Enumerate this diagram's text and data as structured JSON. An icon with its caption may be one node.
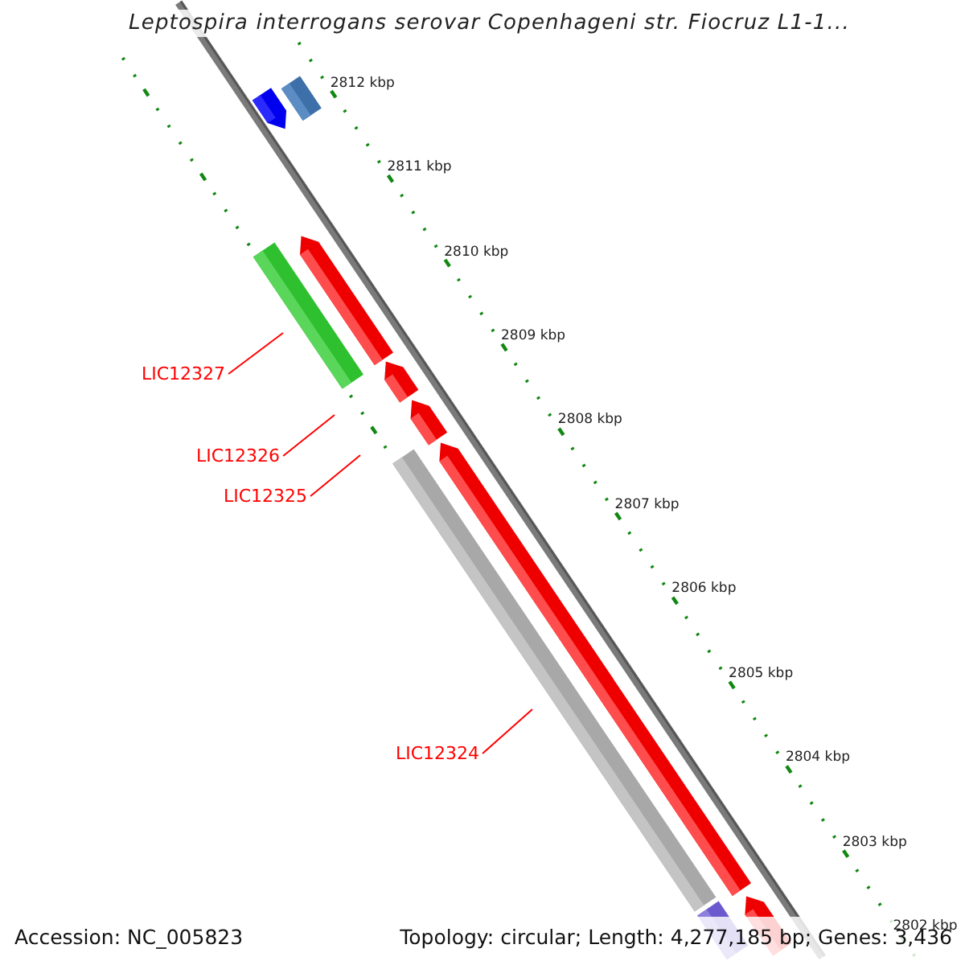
{
  "diagram": {
    "title": "Leptospira interrogans serovar Copenhageni str. Fiocruz L1-1...",
    "nodes": [
      {
        "text": [
          "LIC12327"
        ]
      },
      {
        "text": [
          "LIC12326"
        ]
      },
      {
        "text": [
          "LIC12325"
        ]
      },
      {
        "text": [
          "LIC12324"
        ]
      }
    ],
    "edges": [
      {
        "from": 0,
        "to": null,
        "arrow": "none"
      },
      {
        "from": 1,
        "to": null,
        "arrow": "none"
      },
      {
        "from": 2,
        "to": null,
        "arrow": "none"
      },
      {
        "from": 3,
        "to": null,
        "arrow": "none"
      }
    ],
    "labels": [
      "2812 kbp",
      "2811 kbp",
      "2810 kbp",
      "2809 kbp",
      "2808 kbp",
      "2807 kbp",
      "2806 kbp",
      "2805 kbp",
      "2804 kbp",
      "2803 kbp",
      "2802 kbp",
      "Accession: NC_005823",
      "Topology: circular; Length: 4,277,185 bp; Genes: 3,436"
    ]
  }
}
